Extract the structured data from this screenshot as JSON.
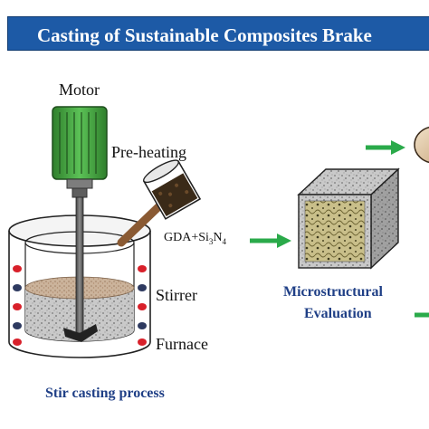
{
  "title": "Casting of Sustainable Composites Brake",
  "labels": {
    "motor": "Motor",
    "preheating": "Pre-heating",
    "additive_prefix": "GDA+Si",
    "additive_sub1": "3",
    "additive_mid": "N",
    "additive_sub2": "4",
    "stirrer": "Stirrer",
    "furnace": "Furnace",
    "process": "Stir casting process",
    "micro_line1": "Microstructural",
    "micro_line2": "Evaluation"
  },
  "colors": {
    "title_bar": "#1d5aa6",
    "motor_green": "#3ca33a",
    "arrow_green": "#2aaa4a",
    "heater_red": "#d8202a",
    "heater_navy": "#2e3a60",
    "caption_blue": "#1f3f86",
    "crucible_brown": "#8a5a33"
  },
  "icons": [
    "motor-icon",
    "preheating-crucible-icon",
    "furnace-icon",
    "stirrer-icon",
    "sample-cube-icon",
    "brake-disc-icon"
  ]
}
